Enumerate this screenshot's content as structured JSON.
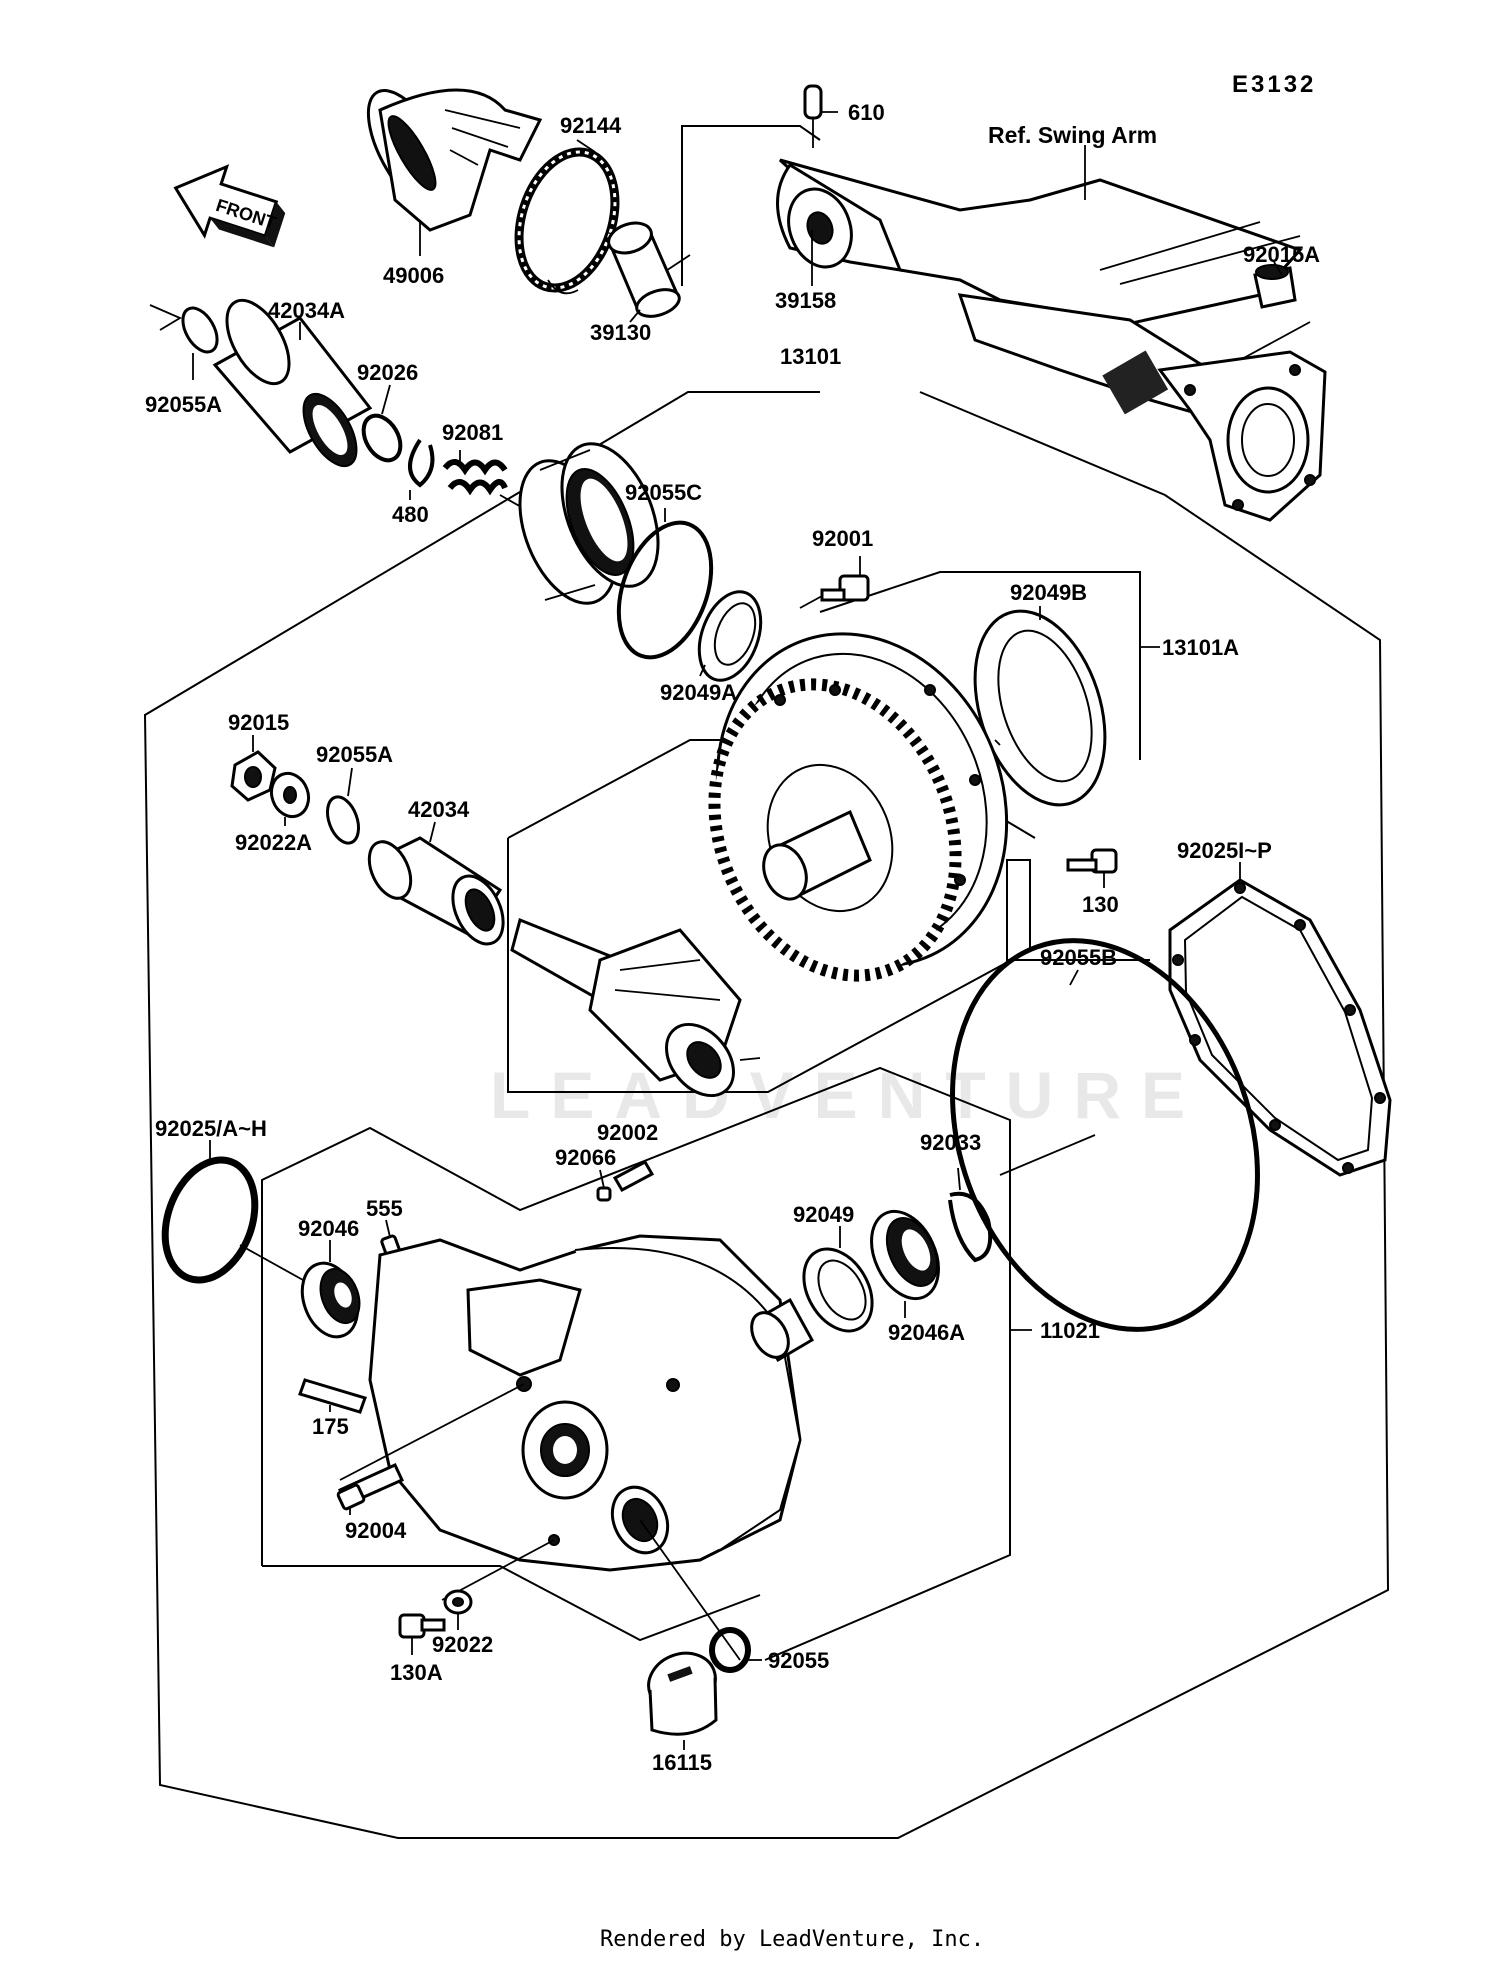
{
  "diagram": {
    "code": "E3132",
    "front_label": "FRONT",
    "ref_label": "Ref. Swing Arm",
    "watermark": "LEADVENTURE",
    "footer": "Rendered by LeadVenture, Inc.",
    "parts": {
      "p610": "610",
      "p92144": "92144",
      "p49006": "49006",
      "p39130": "39130",
      "p39158": "39158",
      "p92015A": "92015A",
      "p42034A": "42034A",
      "p92026": "92026",
      "p92055A_top": "92055A",
      "p92081": "92081",
      "p480": "480",
      "p13101": "13101",
      "p92055C": "92055C",
      "p92001": "92001",
      "p92049B": "92049B",
      "p13101A": "13101A",
      "p92049A": "92049A",
      "p92015": "92015",
      "p92055A_mid": "92055A",
      "p42034": "42034",
      "p92022A": "92022A",
      "p130": "130",
      "p92025IP": "92025I~P",
      "p92055B": "92055B",
      "p92025AH": "92025/A~H",
      "p92002": "92002",
      "p92066": "92066",
      "p92033": "92033",
      "p555": "555",
      "p92046": "92046",
      "p92049": "92049",
      "p92046A": "92046A",
      "p11021": "11021",
      "p175": "175",
      "p92004": "92004",
      "p92022": "92022",
      "p130A": "130A",
      "p92055": "92055",
      "p16115": "16115"
    }
  }
}
